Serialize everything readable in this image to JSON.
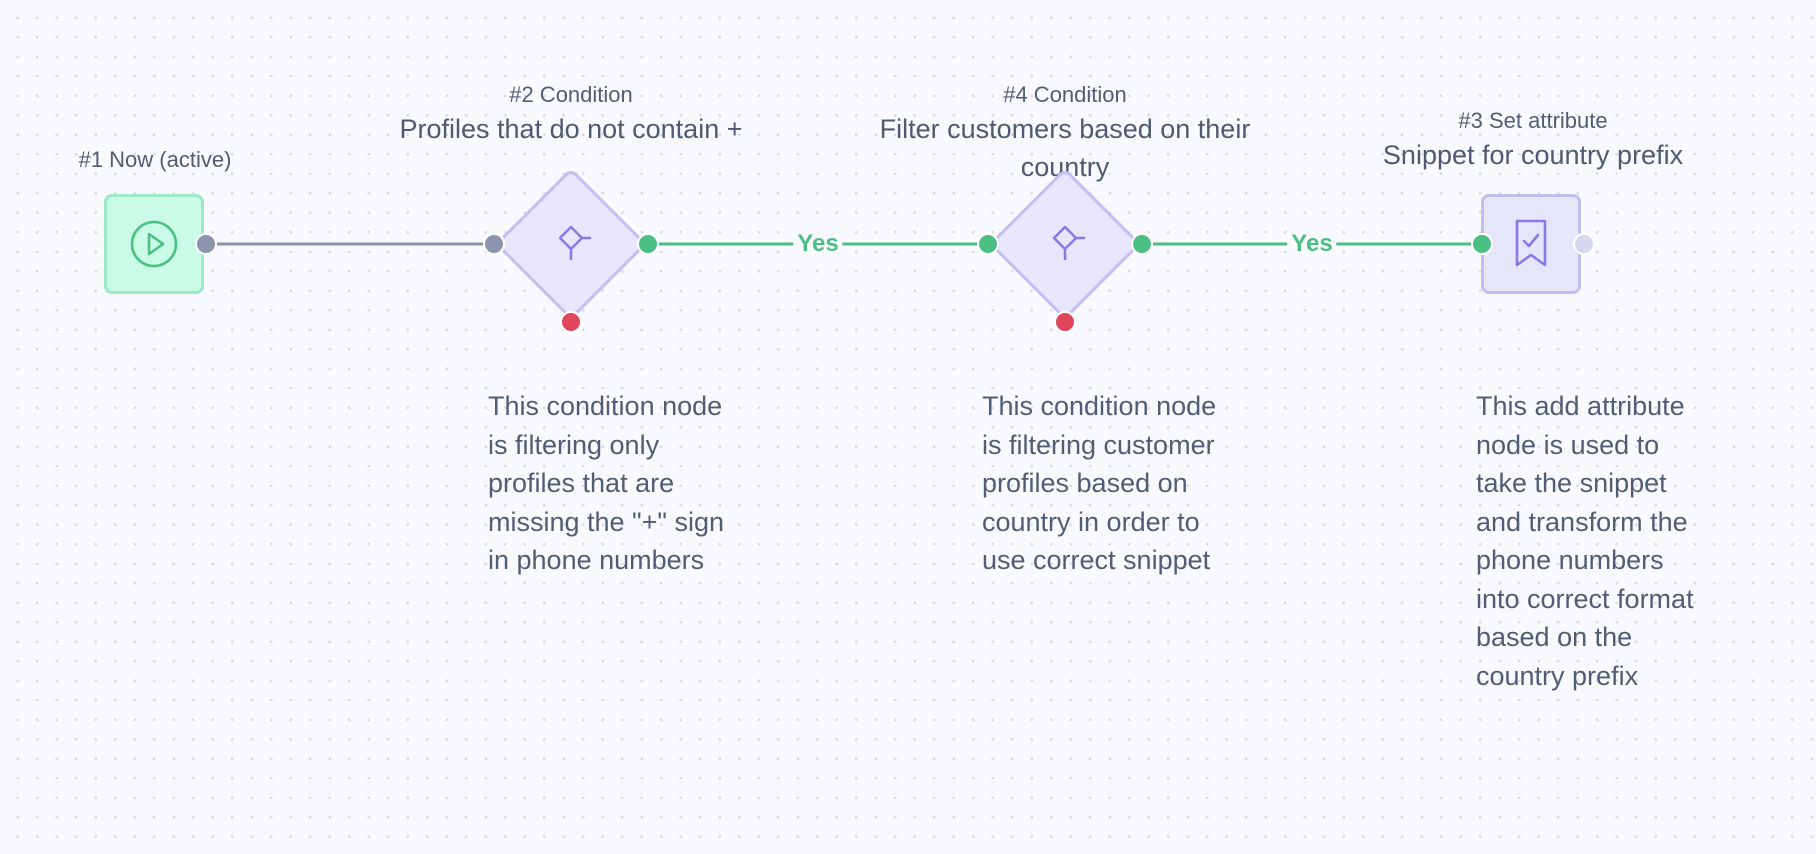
{
  "colors": {
    "start_fill": "#c9fbe6",
    "start_border": "#9be8c6",
    "node_fill": "#e7e6fb",
    "node_border": "#c5bef2",
    "icon_purple": "#8b78e6",
    "icon_green": "#4cbf85",
    "edge_gray": "#8d94ad",
    "edge_green": "#4cbf85",
    "no_handle": "#e0455c",
    "text": "#525c75"
  },
  "nodes": {
    "n1": {
      "number": "#1 Now (active)",
      "icon": "play-icon"
    },
    "n2": {
      "number": "#2 Condition",
      "title": "Profiles that do not contain +",
      "description": "This condition node is filtering only profiles that are missing the \"+\" sign in phone numbers",
      "icon": "condition-icon"
    },
    "n4": {
      "number": "#4 Condition",
      "title": "Filter customers based on their country",
      "description": "This condition node is filtering customer profiles based on country in order to use correct snippet",
      "icon": "condition-icon"
    },
    "n3": {
      "number": "#3 Set attribute",
      "title": "Snippet for country prefix",
      "description": "This add attribute node is used to take the snippet and transform the phone numbers into correct format based on the country prefix",
      "icon": "bookmark-check-icon"
    }
  },
  "edges": {
    "e1": {
      "label": "Yes"
    },
    "e2": {
      "label": "Yes"
    }
  }
}
